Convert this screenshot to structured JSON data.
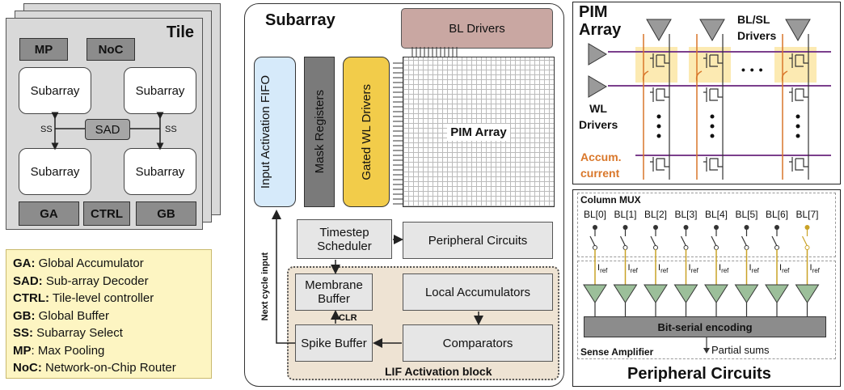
{
  "tile": {
    "title": "Tile",
    "mp": "MP",
    "noc": "NoC",
    "subarrays": [
      "Subarray",
      "Subarray",
      "Subarray",
      "Subarray"
    ],
    "sad": "SAD",
    "ss_left": "SS",
    "ss_right": "SS",
    "bottom": [
      "GA",
      "CTRL",
      "GB"
    ]
  },
  "legend": [
    {
      "abbr": "GA:",
      "text": " Global Accumulator"
    },
    {
      "abbr": "SAD:",
      "text": " Sub-array Decoder"
    },
    {
      "abbr": "CTRL:",
      "text": " Tile-level controller"
    },
    {
      "abbr": "GB:",
      "text": " Global Buffer"
    },
    {
      "abbr": "SS:",
      "text": " Subarray Select"
    },
    {
      "abbr": "MP",
      "text": ": Max Pooling"
    },
    {
      "abbr": "NoC:",
      "text": " Network-on-Chip Router"
    }
  ],
  "subarray": {
    "title": "Subarray",
    "bl_drivers": "BL Drivers",
    "pim_array": "PIM Array",
    "input_fifo": "Input Activation FIFO",
    "mask_registers": "Mask Registers",
    "gated_wl": "Gated WL Drivers",
    "next_cycle": "Next cycle input",
    "timestep": "Timestep Scheduler",
    "peripheral": "Peripheral Circuits",
    "membrane": "Membrane Buffer",
    "local_acc": "Local Accumulators",
    "clr": "CLR",
    "spike": "Spike Buffer",
    "comparators": "Comparators",
    "lif": "LIF Activation block",
    "colors": {
      "fifo": "#d6eafa",
      "mask": "#7a7a7a",
      "gated": "#f2cc4a",
      "bl": "#c9a7a2",
      "lif": "#eee3d3"
    }
  },
  "pim": {
    "title_line1": "PIM",
    "title_line2": "Array",
    "bl_sl_line1": "BL/SL",
    "bl_sl_line2": "Drivers",
    "wl_line1": "WL",
    "wl_line2": "Drivers",
    "accum_line1": "Accum.",
    "accum_line2": "current",
    "ellipsis": "• • •",
    "colors": {
      "wordline": "#7b3f8c",
      "current": "#d9772a",
      "highlight": "#fbe6a4"
    }
  },
  "peripheral": {
    "column_mux": "Column MUX",
    "bitlines": [
      "BL[0]",
      "BL[1]",
      "BL[2]",
      "BL[3]",
      "BL[4]",
      "BL[5]",
      "BL[6]",
      "BL[7]"
    ],
    "iref": "I",
    "iref_sub": "ref",
    "sa": "SA",
    "encoding": "Bit-serial encoding",
    "sense_amp": "Sense Amplifier",
    "partial_sums": "Partial sums",
    "title": "Peripheral Circuits",
    "colors": {
      "gold": "#c9a227",
      "sa_fill": "#9cbf9a",
      "encoding_fill": "#8c8c8c"
    }
  }
}
